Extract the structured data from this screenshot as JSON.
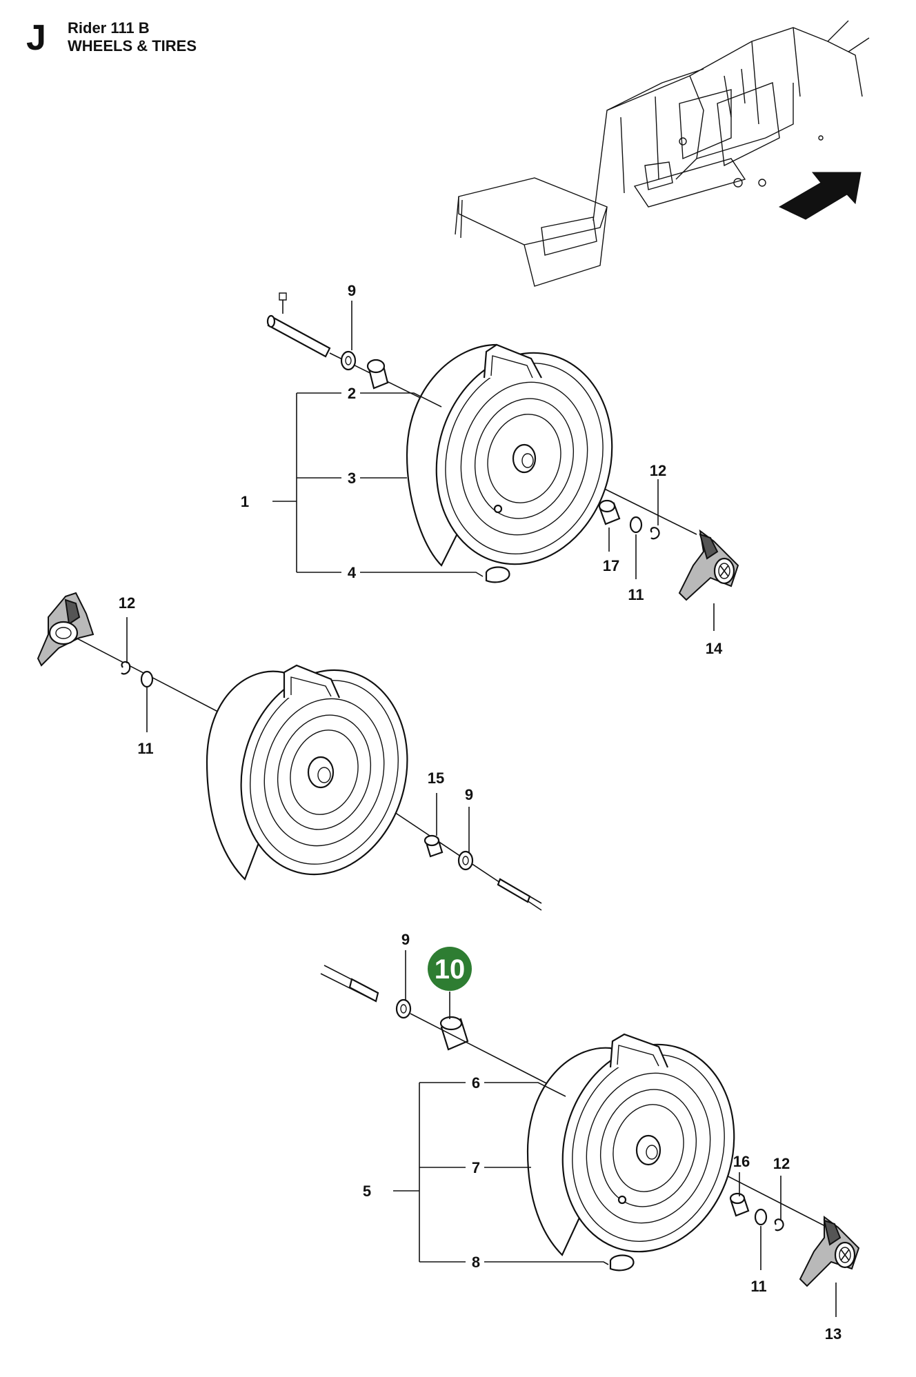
{
  "header": {
    "section_letter": "J",
    "model": "Rider 111 B",
    "title": "WHEELS & TIRES"
  },
  "highlight": {
    "label": "10",
    "color": "#2e7d32"
  },
  "callouts": {
    "c9a": "9",
    "c2": "2",
    "c3": "3",
    "c1": "1",
    "c4": "4",
    "c12a": "12",
    "c17": "17",
    "c11a": "11",
    "c14": "14",
    "c12b": "12",
    "c11b": "11",
    "c15": "15",
    "c9b": "9",
    "c9c": "9",
    "c6": "6",
    "c7": "7",
    "c5": "5",
    "c8": "8",
    "c16": "16",
    "c12c": "12",
    "c11c": "11",
    "c13": "13"
  },
  "icons": [
    "frame-overview-icon",
    "direction-arrow-icon",
    "wheel-icon",
    "hubcap-icon",
    "axle-bolt-icon"
  ]
}
